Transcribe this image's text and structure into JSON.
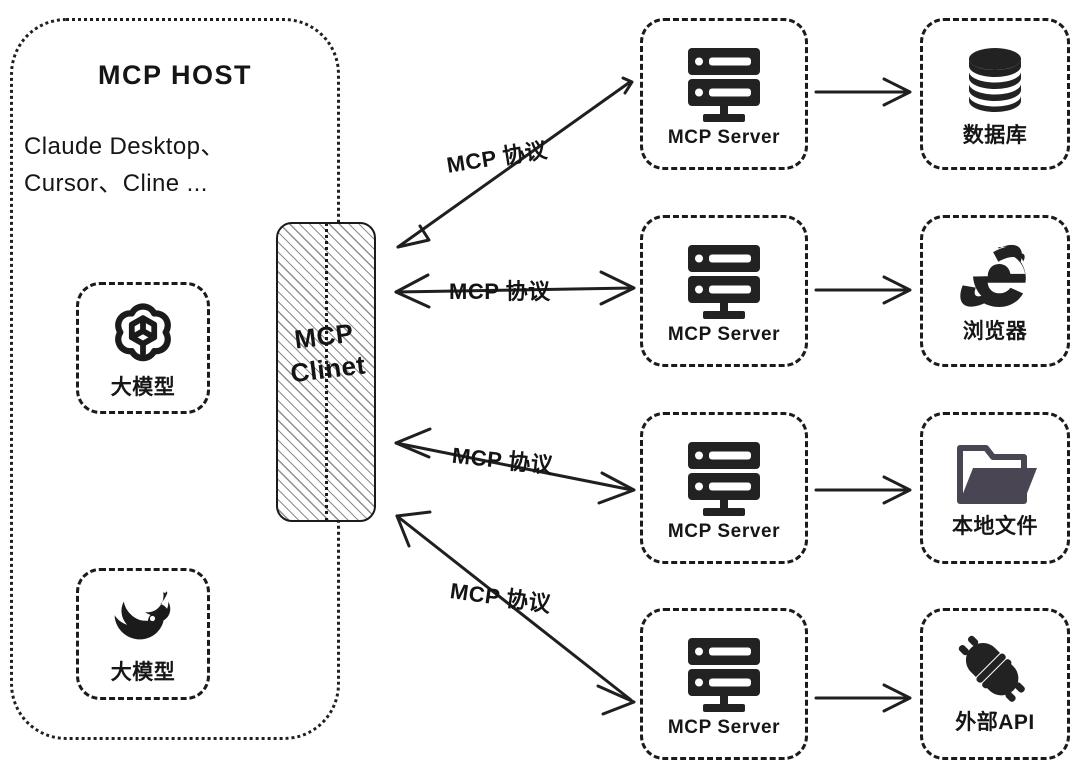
{
  "host": {
    "title": "MCP HOST",
    "subtitle": "Claude Desktop、\nCursor、Cline ...",
    "models": [
      {
        "label": "大模型",
        "icon": "openai-logo-icon"
      },
      {
        "label": "大模型",
        "icon": "deepseek-whale-icon"
      }
    ]
  },
  "client": {
    "line1": "MCP",
    "line2": "Clinet"
  },
  "protocol_label": "MCP 协议",
  "rows": [
    {
      "server_label": "MCP Server",
      "server_icon": "server-rack-icon",
      "resource_label": "数据库",
      "resource_icon": "database-icon"
    },
    {
      "server_label": "MCP Server",
      "server_icon": "server-rack-icon",
      "resource_label": "浏览器",
      "resource_icon": "internet-explorer-icon"
    },
    {
      "server_label": "MCP Server",
      "server_icon": "server-rack-icon",
      "resource_label": "本地文件",
      "resource_icon": "folder-open-icon"
    },
    {
      "server_label": "MCP Server",
      "server_icon": "server-rack-icon",
      "resource_label": "外部API",
      "resource_icon": "plug-connector-icon"
    }
  ],
  "colors": {
    "ink": "#1b1b1b",
    "folder": "#4a4553",
    "hatch": "#8d8d8d",
    "background": "#ffffff"
  }
}
